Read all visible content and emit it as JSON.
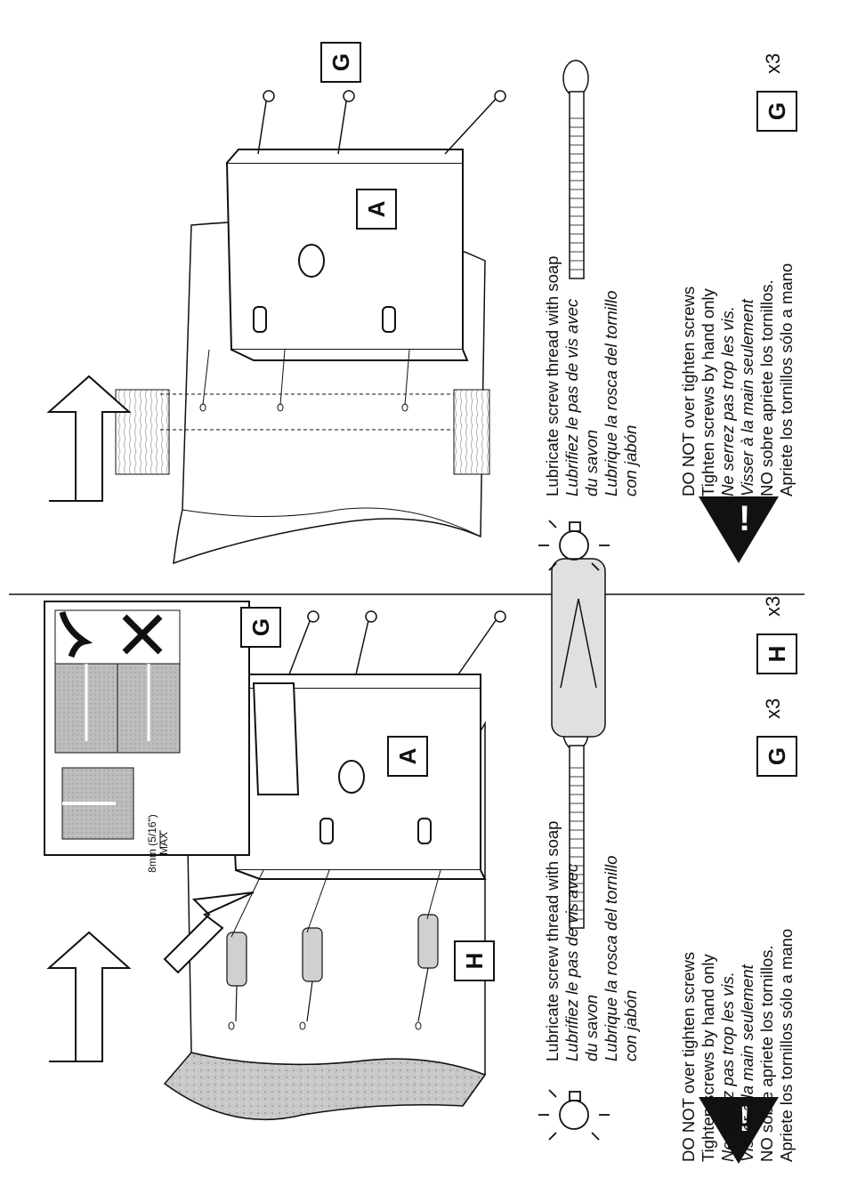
{
  "left_panel": {
    "lubricate_note": {
      "line1": "Lubricate screw thread with soap",
      "line2": "Lubrifiez le pas de vis avec",
      "line3": "du savon",
      "line4": "Lubrique la rosca del  tornillo",
      "line5": "con jabón"
    },
    "warning_note": {
      "line1": "DO NOT over tighten screws",
      "line2": "Tighten screws by hand only",
      "line3": "Ne serrez pas trop les vis.",
      "line4": "Visser à la main seulement",
      "line5": "NO sobre apriete los tornillos.",
      "line6": "Apriete los tornillos sólo a mano"
    },
    "parts": [
      {
        "label": "G",
        "qty": "x3"
      },
      {
        "label": "H",
        "qty": "x3"
      }
    ],
    "callouts": {
      "bracket": "A",
      "screw": "G",
      "anchor": "H"
    },
    "inset": {
      "depth_label": "8mm (5/16\")",
      "depth_max": "MAX"
    }
  },
  "right_panel": {
    "lubricate_note": {
      "line1": "Lubricate screw thread with soap",
      "line2": "Lubrifiez le pas de vis avec",
      "line3": "du savon",
      "line4": "Lubrique la rosca del  tornillo",
      "line5": "con jabón"
    },
    "warning_note": {
      "line1": "DO NOT over tighten screws",
      "line2": "Tighten screws by hand only",
      "line3": "Ne serrez pas trop les vis.",
      "line4": "Visser à la main seulement",
      "line5": "NO sobre apriete los tornillos.",
      "line6": "Apriete los tornillos sólo a mano"
    },
    "parts": [
      {
        "label": "G",
        "qty": "x3"
      }
    ],
    "callouts": {
      "bracket": "A",
      "screw": "G"
    }
  }
}
